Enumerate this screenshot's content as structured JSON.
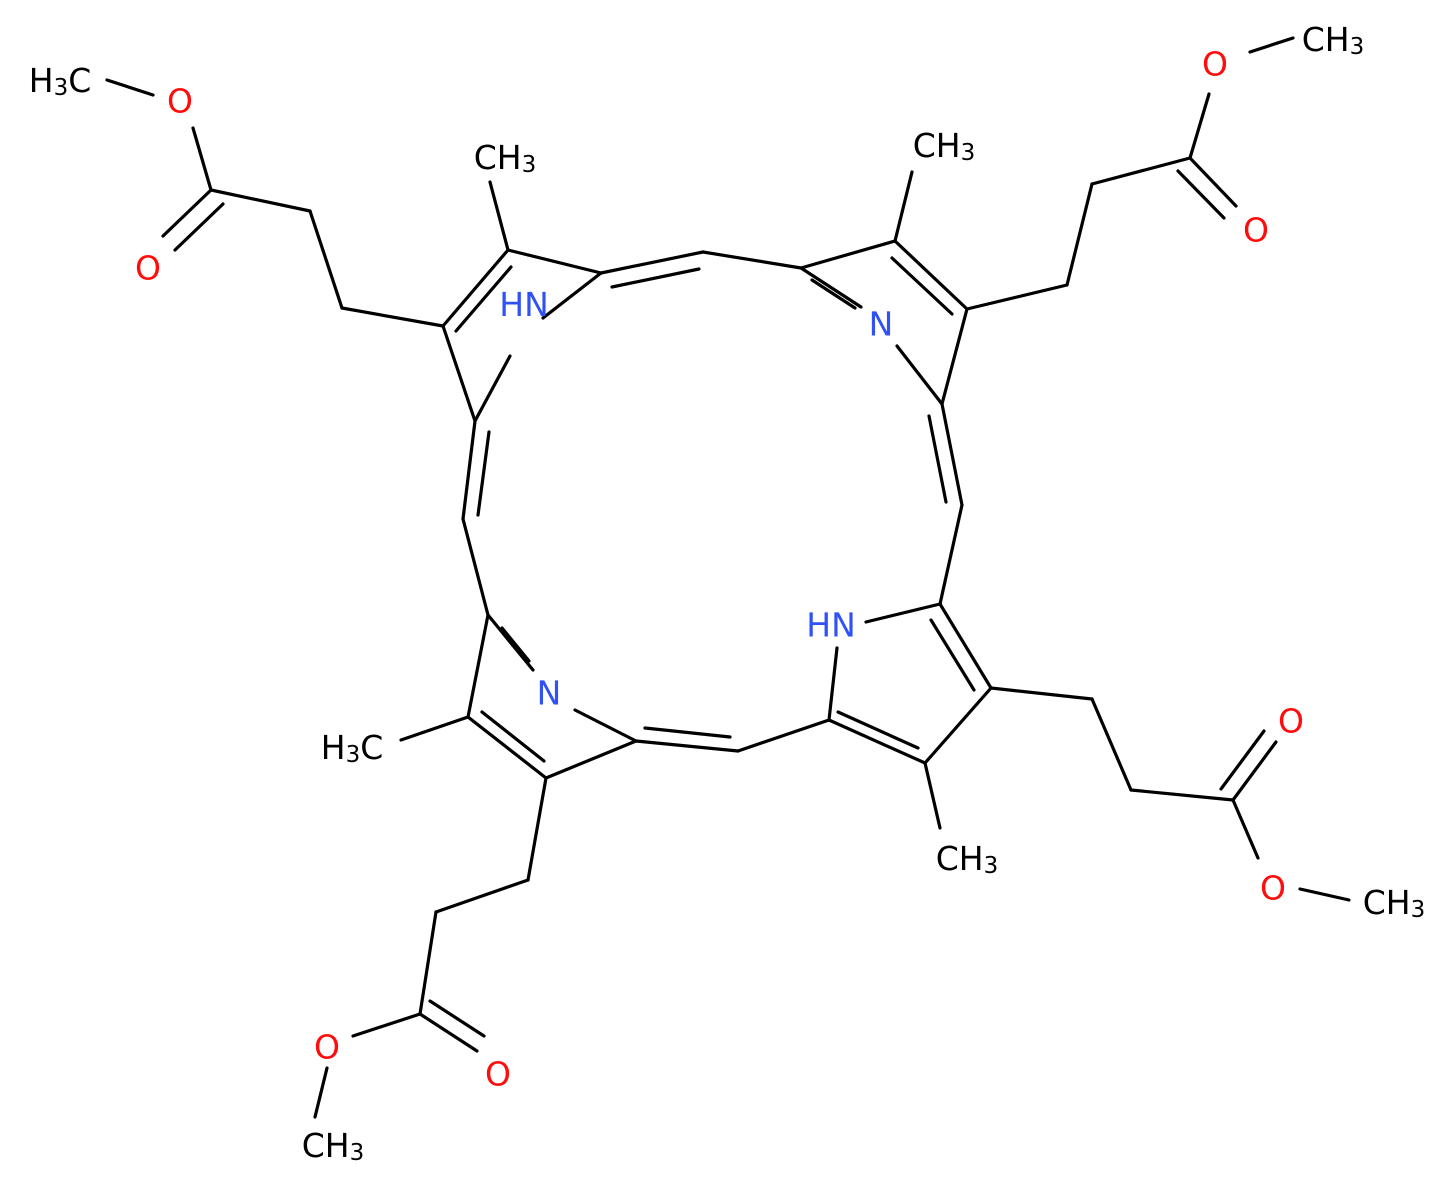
{
  "colors": {
    "bond": "#000000",
    "carbon_label": "#000000",
    "oxygen": "#ff0d0d",
    "nitrogen": "#3050f8"
  },
  "labels": {
    "methyl_left_ester": [
      "H",
      "3",
      "C"
    ],
    "methyl_right_ester": [
      "CH",
      "3"
    ],
    "methyl_top_left": [
      "CH",
      "3"
    ],
    "methyl_top_right": [
      "CH",
      "3"
    ],
    "methyl_left": [
      "H",
      "3",
      "C"
    ],
    "methyl_bottom_right": [
      "CH",
      "3"
    ],
    "methyl_bottom_ester": [
      "CH",
      "3"
    ],
    "methyl_right_bottom_ester": [
      "CH",
      "3"
    ],
    "o_tl_ether": "O",
    "o_tl_carbonyl": "O",
    "o_tr_ether": "O",
    "o_tr_carbonyl": "O",
    "o_br_carbonyl": "O",
    "o_br_ether": "O",
    "o_bl_ether": "O",
    "o_bl_carbonyl": "O",
    "n_top_left": "HN",
    "n_top_right": "N",
    "n_bottom_left": "N",
    "n_bottom_right": "HN"
  }
}
